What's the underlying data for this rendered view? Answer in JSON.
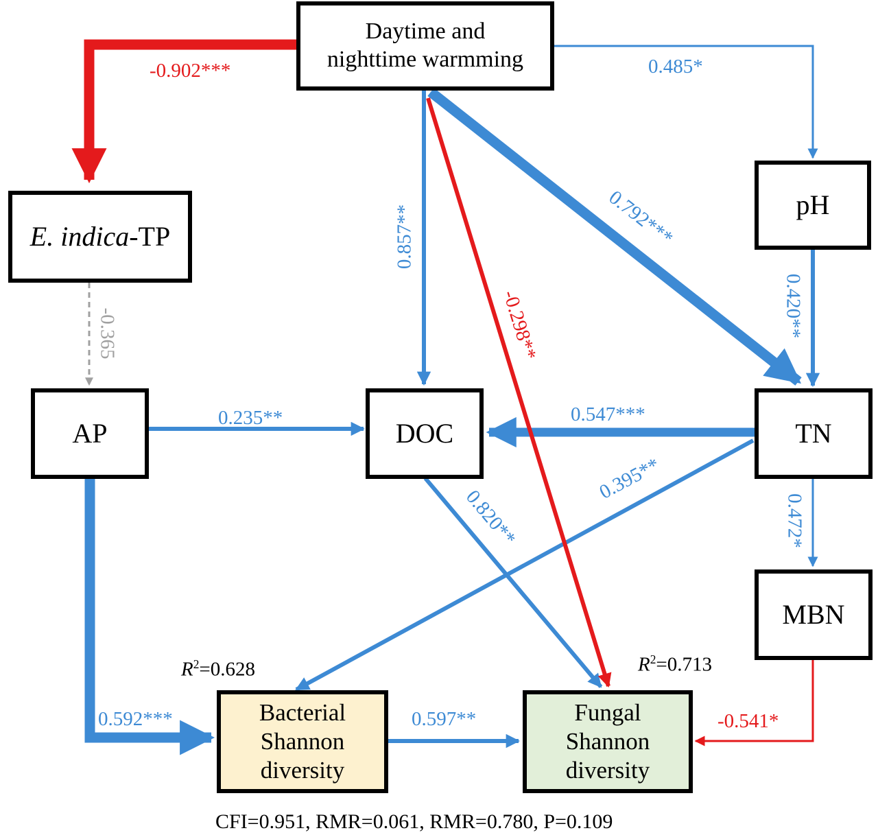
{
  "nodes": {
    "warming": {
      "label_line1": "Daytime and",
      "label_line2": "nighttime warmming"
    },
    "tp": {
      "label_italic": "E. indica",
      "label_rest": "-TP"
    },
    "ph": {
      "label": "pH"
    },
    "ap": {
      "label": "AP"
    },
    "doc": {
      "label": "DOC"
    },
    "tn": {
      "label": "TN"
    },
    "mbn": {
      "label": "MBN"
    },
    "bacterial": {
      "line1": "Bacterial",
      "line2": "Shannon",
      "line3": "diversity",
      "fill": "#fdf1cf"
    },
    "fungal": {
      "line1": "Fungal",
      "line2": "Shannon",
      "line3": "diversity",
      "fill": "#e2efd9"
    }
  },
  "paths": {
    "warming_tp": "-0.902***",
    "warming_ph": "0.485*",
    "warming_doc": "0.857**",
    "warming_fungal": "-0.298**",
    "warming_tn": "0.792***",
    "ph_tn": "0.420**",
    "tp_ap": "-0.365",
    "ap_doc": "0.235**",
    "tn_doc": "0.547***",
    "tn_bacterial": "0.395**",
    "doc_fungal": "0.820**",
    "tn_mbn": "0.472*",
    "ap_bacterial": "0.592***",
    "bacterial_fungal": "0.597**",
    "mbn_fungal": "-0.541*"
  },
  "r2": {
    "symbol": "R",
    "exponent": "2",
    "bacterial_value": "=0.628",
    "fungal_value": "=0.713"
  },
  "fit_stats": "CFI=0.951, RMR=0.061, RMR=0.780, P=0.109",
  "colors": {
    "positive": "#3d8ad4",
    "negative": "#e41a1c",
    "nonsignificant": "#a0a0a0"
  }
}
